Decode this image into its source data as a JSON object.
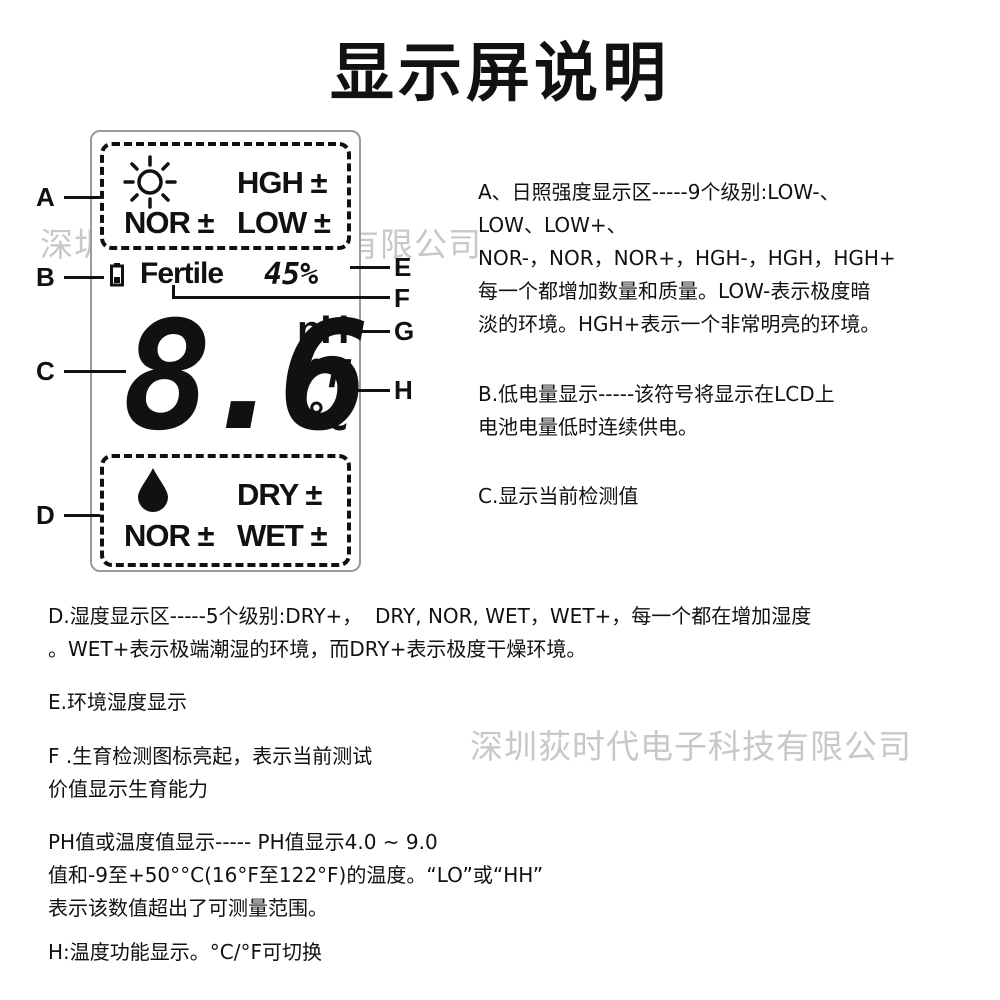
{
  "title": "显示屏说明",
  "watermark": "深圳荻时代电子科技有限公司",
  "lcd": {
    "sun_zone": {
      "icon": "sun-icon",
      "hgh": "HGH ±",
      "nor": "NOR ±",
      "low": "LOW ±"
    },
    "battery_icon": "battery-icon",
    "fertile": "Fertile",
    "humidity": "45%",
    "reading": "8.6",
    "ph": "pH",
    "deg_f": "°F",
    "deg_c": "°C",
    "moist_zone": {
      "icon": "water-drop-icon",
      "dry": "DRY ±",
      "nor": "NOR ±",
      "wet": "WET ±"
    }
  },
  "callouts": {
    "a": "A",
    "b": "B",
    "c": "C",
    "d": "D",
    "e": "E",
    "f": "F",
    "g": "G",
    "h": "H"
  },
  "desc": {
    "a": [
      "A、日照强度显示区-----9个级别:LOW-、",
      "LOW、LOW+、",
      "NOR-，NOR，NOR+，HGH-，HGH，HGH+",
      "每一个都增加数量和质量。LOW-表示极度暗",
      "淡的环境。HGH+表示一个非常明亮的环境。"
    ],
    "b": [
      "B.低电量显示-----该符号将显示在LCD上",
      "电池电量低时连续供电。"
    ],
    "c": "C.显示当前检测值",
    "d": [
      "D.湿度显示区-----5个级别:DRY+，  DRY, NOR, WET，WET+，每一个都在增加湿度",
      "。WET+表示极端潮湿的环境，而DRY+表示极度干燥环境。"
    ],
    "e": "E.环境湿度显示",
    "f": [
      "F .生育检测图标亮起，表示当前测试",
      "价值显示生育能力"
    ],
    "g": [
      "PH值或温度值显示----- PH值显示4.0 ~ 9.0",
      "值和-9至+50°°C(16°F至122°F)的温度。“LO”或“HH”",
      "表示该数值超出了可测量范围。"
    ],
    "h": "H:温度功能显示。°C/°F可切换"
  }
}
